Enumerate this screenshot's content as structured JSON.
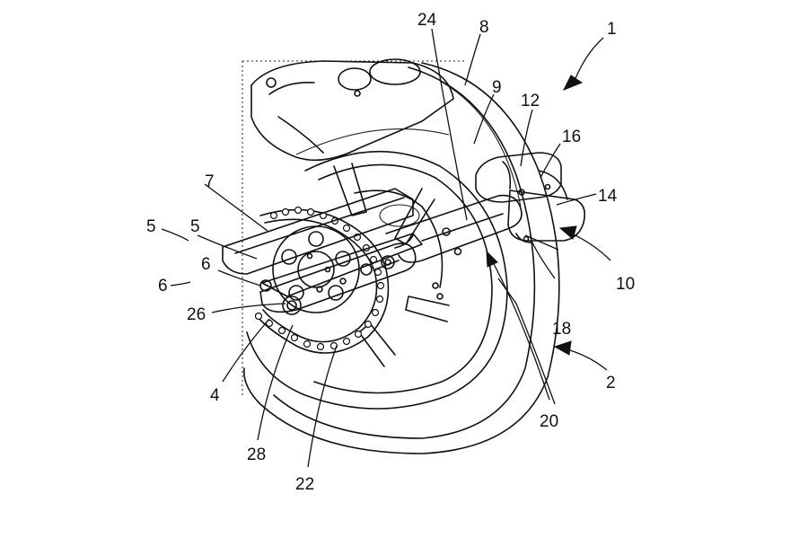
{
  "figure": {
    "reference_numerals": [
      {
        "id": "n1",
        "text": "1"
      },
      {
        "id": "n2",
        "text": "2"
      },
      {
        "id": "n4",
        "text": "4"
      },
      {
        "id": "n5a",
        "text": "5"
      },
      {
        "id": "n5b",
        "text": "5"
      },
      {
        "id": "n6a",
        "text": "6"
      },
      {
        "id": "n6b",
        "text": "6"
      },
      {
        "id": "n7",
        "text": "7"
      },
      {
        "id": "n8",
        "text": "8"
      },
      {
        "id": "n9",
        "text": "9"
      },
      {
        "id": "n10",
        "text": "10"
      },
      {
        "id": "n12",
        "text": "12"
      },
      {
        "id": "n14",
        "text": "14"
      },
      {
        "id": "n16",
        "text": "16"
      },
      {
        "id": "n18",
        "text": "18"
      },
      {
        "id": "n20",
        "text": "20"
      },
      {
        "id": "n22",
        "text": "22"
      },
      {
        "id": "n24",
        "text": "24"
      },
      {
        "id": "n26",
        "text": "26"
      },
      {
        "id": "n28",
        "text": "28"
      }
    ]
  }
}
